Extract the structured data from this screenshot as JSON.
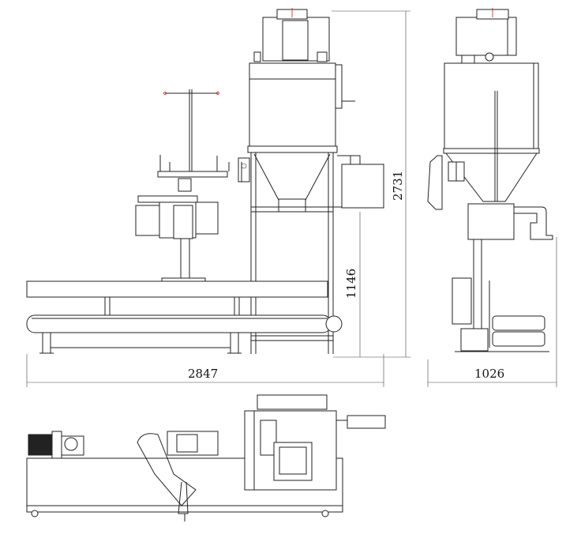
{
  "dimensions": {
    "front_width": "2847",
    "height_total": "2731",
    "height_discharge": "1146",
    "side_width": "1026"
  },
  "colors": {
    "line": "#222222",
    "marker": "#dd1111",
    "background": "#ffffff"
  }
}
